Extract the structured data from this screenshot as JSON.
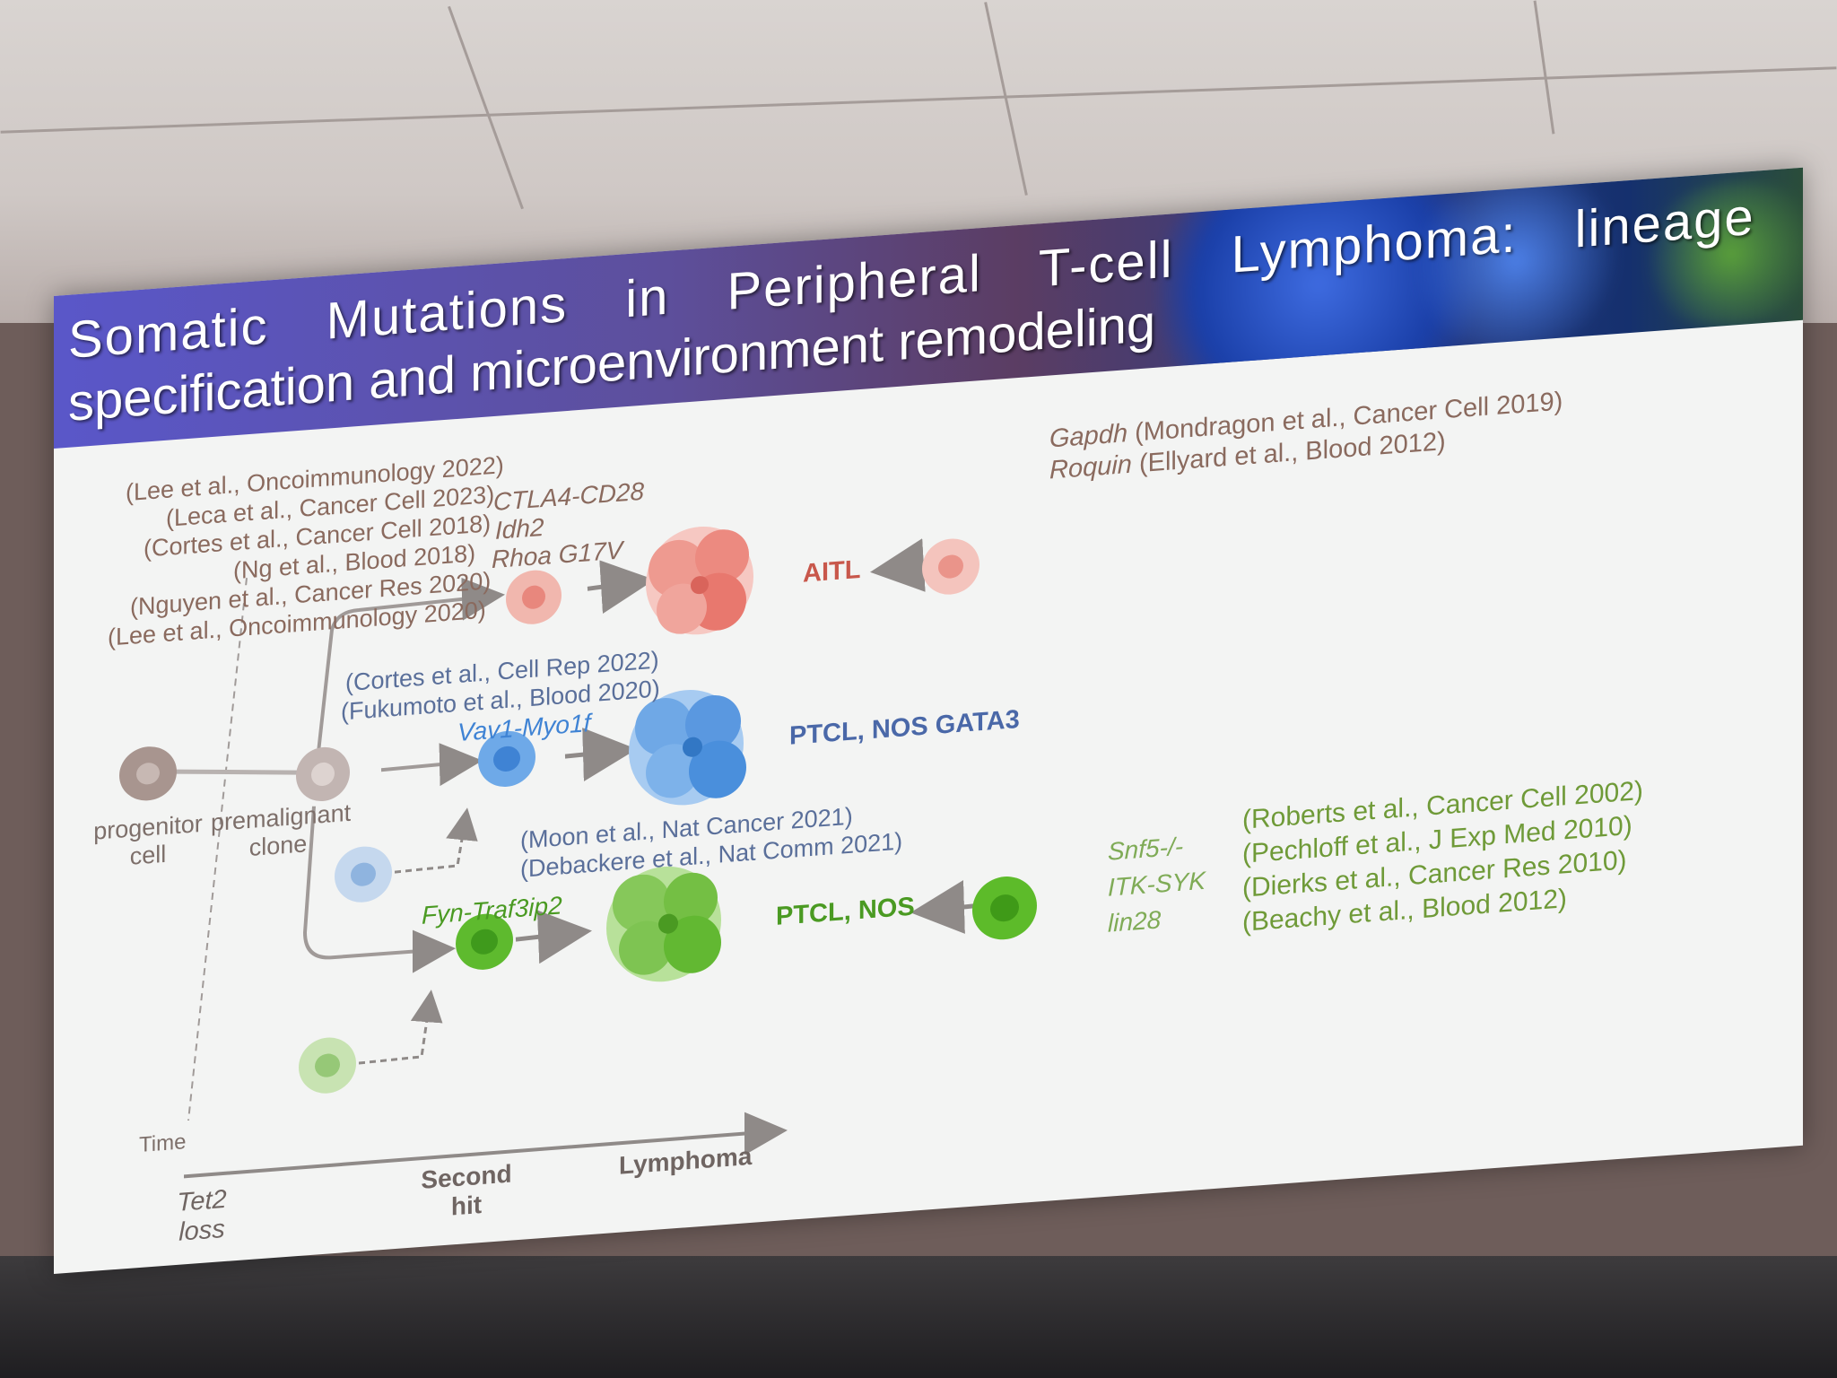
{
  "title": {
    "line1": "Somatic Mutations in Peripheral T-cell Lymphoma: lineage",
    "line2": "specification and microenvironment remodeling"
  },
  "references": {
    "top_left": [
      "(Lee et al., Oncoimmunology 2022)",
      "(Leca et al., Cancer Cell 2023)",
      "(Cortes et al., Cancer Cell 2018)",
      "(Ng et al., Blood 2018)",
      "(Nguyen et al., Cancer Res 2020)",
      "(Lee et al., Oncoimmunology 2020)"
    ],
    "aitl_genes": [
      "CTLA4-CD28",
      "Idh2",
      "Rhoa G17V"
    ],
    "top_right": [
      {
        "gene": "Gapdh",
        "ref": "(Mondragon et al., Cancer Cell 2019)"
      },
      {
        "gene": "Roquin",
        "ref": "(Ellyard et al., Blood 2012)"
      }
    ],
    "gata3": [
      "(Cortes et al., Cell Rep 2022)",
      "(Fukumoto et al., Blood 2020)"
    ],
    "gata3_gene": "Vav1-Myo1f",
    "moon": [
      "(Moon et al., Nat Cancer 2021)",
      "(Debackere et al., Nat Comm 2021)"
    ],
    "nos_gene": "Fyn-Traf3ip2",
    "bottom_right_genes": [
      "Snf5-/-",
      "ITK-SYK",
      "lin28"
    ],
    "bottom_right_refs": [
      "(Roberts et al., Cancer Cell 2002)",
      "(Pechloff et al., J Exp Med 2010)",
      "(Dierks et al., Cancer Res 2010)",
      "(Beachy et al., Blood 2012)"
    ]
  },
  "outcomes": {
    "aitl": "AITL",
    "gata3": "PTCL, NOS GATA3",
    "nos": "PTCL, NOS"
  },
  "cells": {
    "progenitor": "progenitor cell",
    "premalignant": "premalignant clone"
  },
  "timeline": {
    "time": "Time",
    "tet2": "Tet2 loss",
    "second_hit": "Second hit",
    "lymphoma": "Lymphoma"
  },
  "colors": {
    "aitl": "#e8877d",
    "gata3": "#4a8fdc",
    "nos": "#62b832",
    "arrow": "#8f8a88"
  }
}
